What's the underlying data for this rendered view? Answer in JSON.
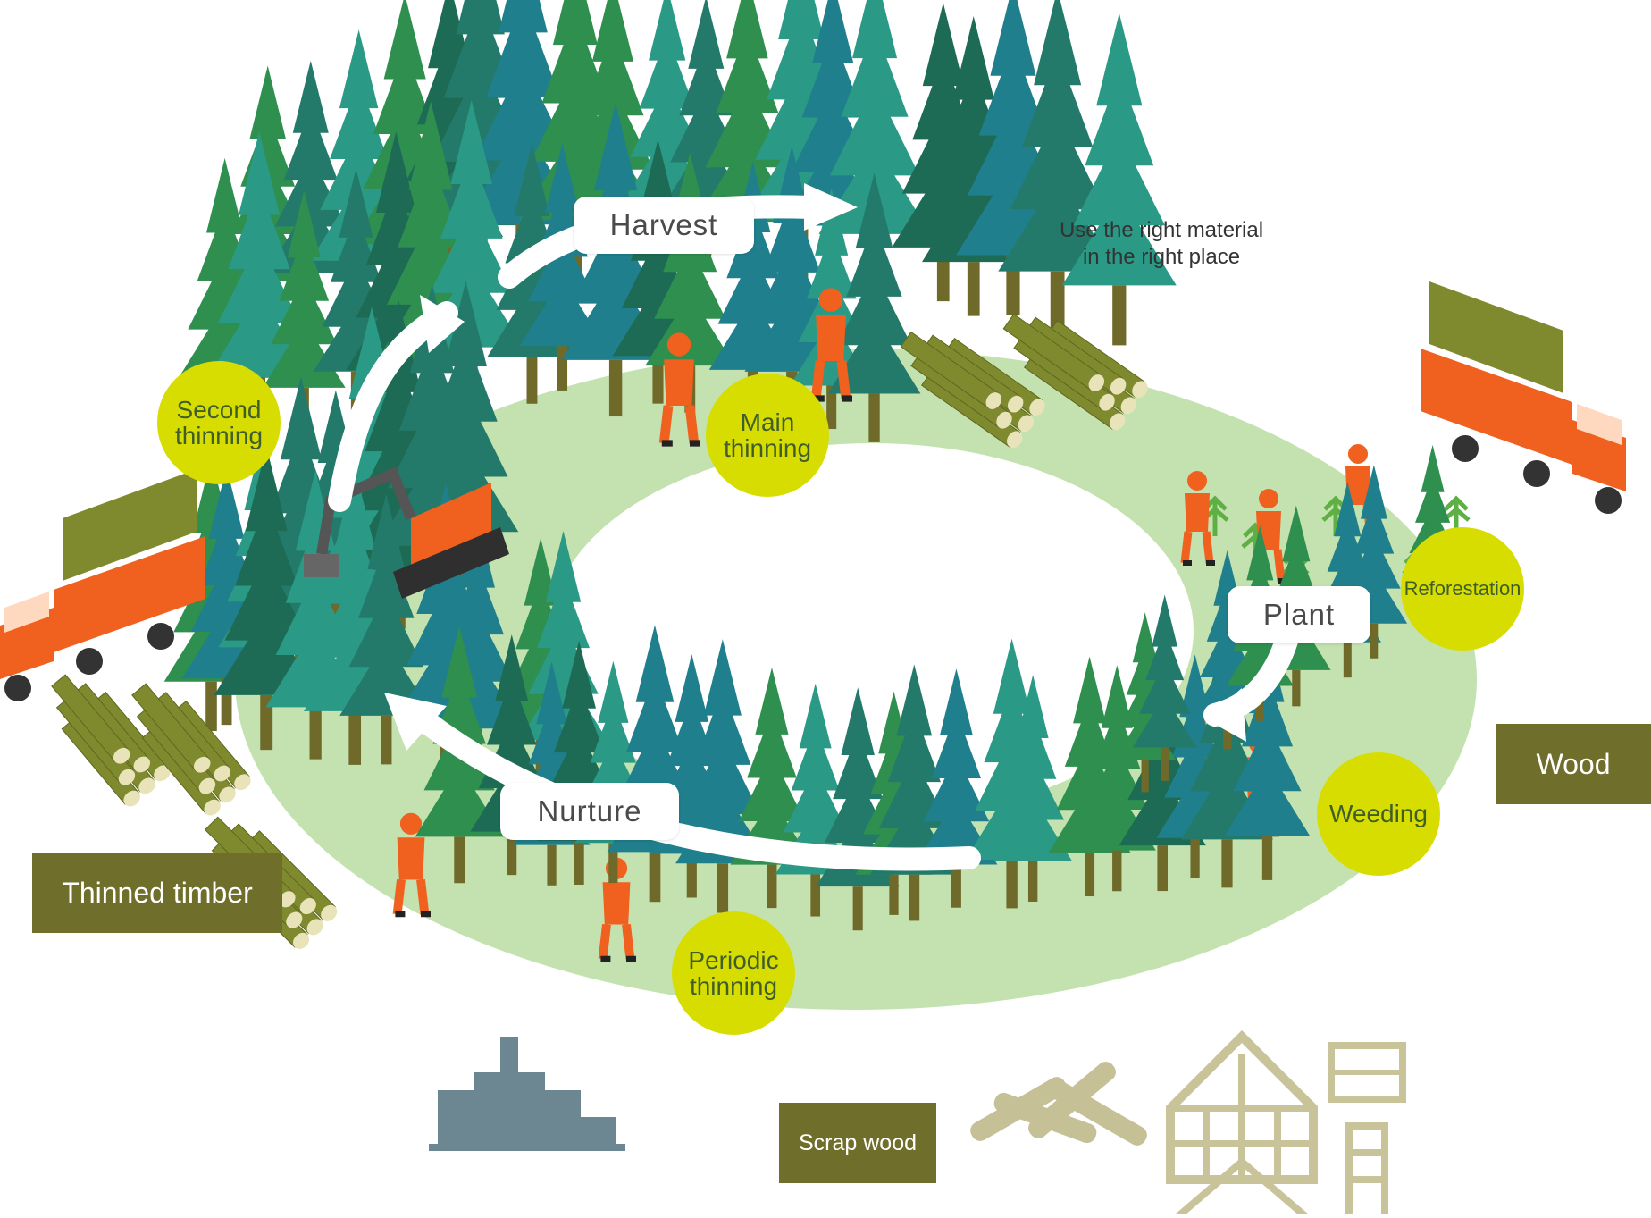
{
  "stages": {
    "harvest": "Harvest",
    "plant": "Plant",
    "nurture": "Nurture"
  },
  "activities": {
    "second_thinning": "Second\nthinning",
    "main_thinning": "Main\nthinning",
    "reforestation": "Reforestation",
    "weeding": "Weeding",
    "periodic_thinning": "Periodic\nthinning"
  },
  "products": {
    "thinned_timber": "Thinned timber",
    "wood": "Wood",
    "scrap_wood": "Scrap wood"
  },
  "note": "Use the right material\nin the right place",
  "colors": {
    "ring_green": "#c4e2b0",
    "tree_teal": "#1f7f8c",
    "tree_green": "#2f8f4f",
    "tree_dark": "#1d6b55",
    "circle_yellow": "#d7dd00",
    "box_olive": "#6f6e2a",
    "worker_orange": "#f0601e",
    "factory_gray": "#6d8792",
    "house_beige": "#c9c39a"
  },
  "icons": [
    "truck-icon",
    "excavator-icon",
    "worker-icon",
    "log-pile-icon",
    "factory-icon",
    "house-frame-icon",
    "furniture-icon",
    "scrap-wood-icon",
    "tree-icon",
    "sapling-icon",
    "arrow-icon"
  ]
}
